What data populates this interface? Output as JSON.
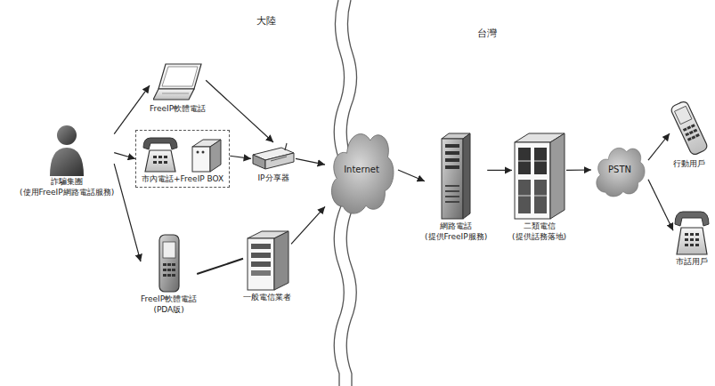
{
  "diagram": {
    "nodes": [
      {
        "text": [
          "詐騙集團",
          "(使用FreeIP網路電話服務)"
        ]
      },
      {
        "text": [
          "FreeIP軟體電話"
        ]
      },
      {
        "text": [
          "市內電話+FreeIP BOX"
        ]
      },
      {
        "text": [
          "FreeIP軟體電話",
          "(PDA版)"
        ]
      },
      {
        "text": [
          "IP分享器"
        ]
      },
      {
        "text": [
          "一般電信業者"
        ]
      },
      {
        "text": [
          "Internet"
        ]
      },
      {
        "text": [
          "網路電話",
          "(提供FreeIP服務)"
        ]
      },
      {
        "text": [
          "二類電信",
          "(提供話務落地)"
        ]
      },
      {
        "text": [
          "PSTN"
        ]
      },
      {
        "text": [
          "行動用戶"
        ]
      },
      {
        "text": [
          "市話用戶"
        ]
      }
    ],
    "edges": [
      {
        "from": 0,
        "to": 1,
        "arrow": "to"
      },
      {
        "from": 0,
        "to": 2,
        "arrow": "to"
      },
      {
        "from": 0,
        "to": 3,
        "arrow": "to"
      },
      {
        "from": 1,
        "to": 4,
        "arrow": "to"
      },
      {
        "from": 2,
        "to": 4,
        "arrow": "to"
      },
      {
        "from": 3,
        "to": 5,
        "arrow": "none"
      },
      {
        "from": 4,
        "to": 6,
        "arrow": "to"
      },
      {
        "from": 5,
        "to": 6,
        "arrow": "to"
      },
      {
        "from": 6,
        "to": 7,
        "arrow": "to"
      },
      {
        "from": 7,
        "to": 8,
        "arrow": "to"
      },
      {
        "from": 8,
        "to": 9,
        "arrow": "to"
      },
      {
        "from": 9,
        "to": 10,
        "arrow": "to"
      },
      {
        "from": 9,
        "to": 11,
        "arrow": "to"
      }
    ],
    "labels": [
      "大陸",
      "台灣"
    ]
  }
}
